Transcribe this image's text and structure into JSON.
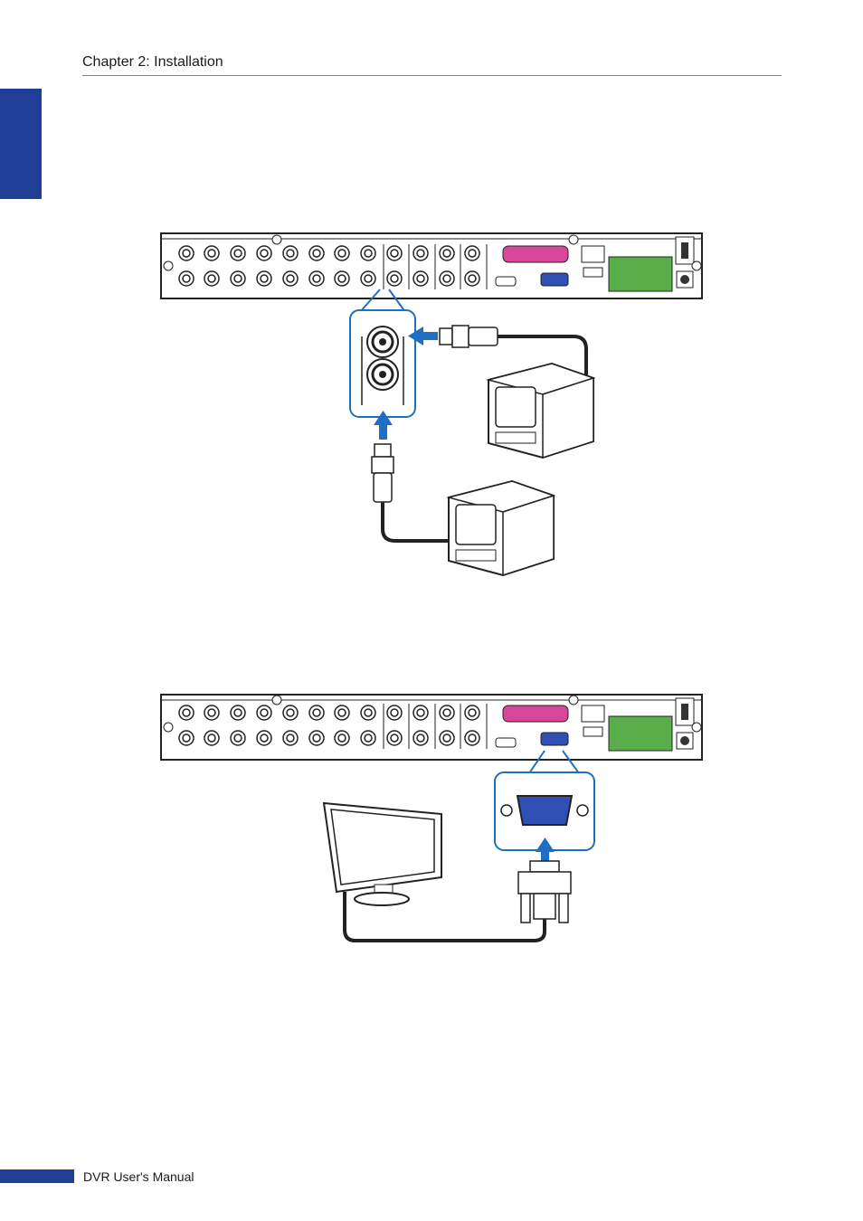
{
  "header": {
    "chapter_title": "Chapter 2: Installation"
  },
  "footer": {
    "manual_title": "DVR User's Manual"
  },
  "figures": [
    {
      "topic": "bnc-monitor-connection",
      "connector": "BNC"
    },
    {
      "topic": "vga-monitor-connection",
      "connector": "VGA"
    }
  ],
  "colors": {
    "accent_blue": "#1f3f96",
    "arrow_blue": "#1e6fc4",
    "terminal_green": "#5aae4a",
    "dsub_pink": "#d8469a",
    "vga_blue": "#2f4fb4"
  }
}
